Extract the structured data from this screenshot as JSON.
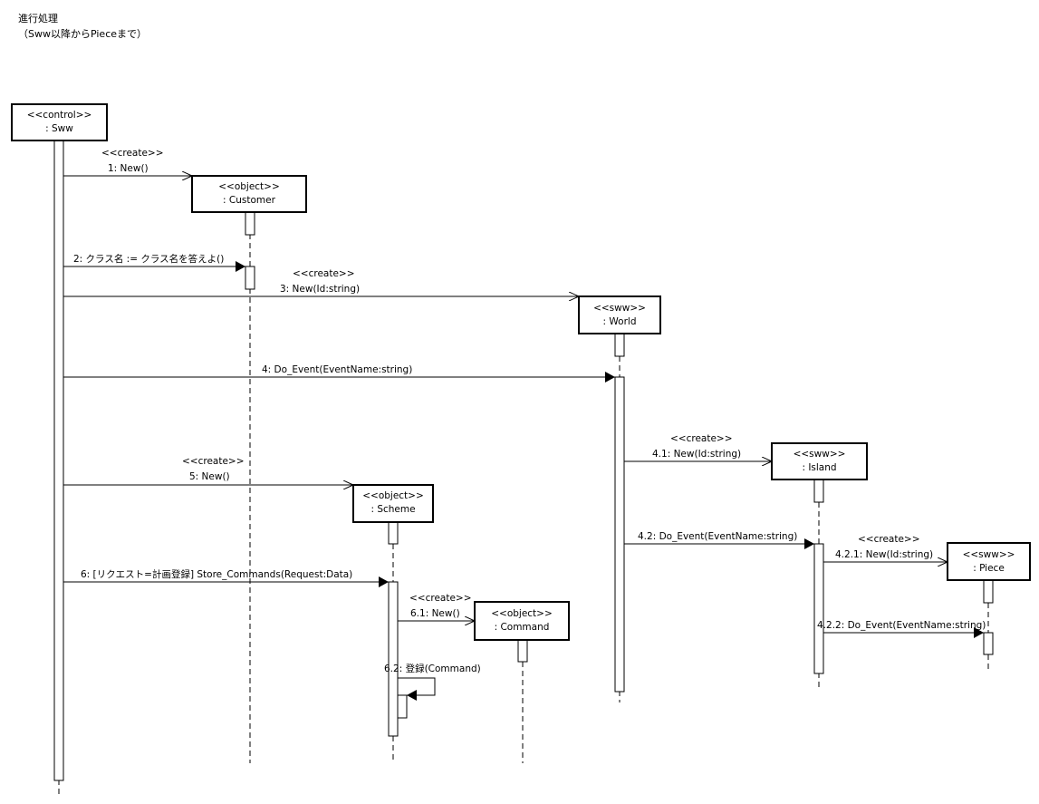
{
  "title": "進行処理",
  "subtitle": "（Sww以降からPieceまで）",
  "lifelines": {
    "sww": {
      "stereotype": "<<control>>",
      "name": ": Sww"
    },
    "customer": {
      "stereotype": "<<object>>",
      "name": ": Customer"
    },
    "world": {
      "stereotype": "<<sww>>",
      "name": ": World"
    },
    "island": {
      "stereotype": "<<sww>>",
      "name": ": Island"
    },
    "scheme": {
      "stereotype": "<<object>>",
      "name": ": Scheme"
    },
    "piece": {
      "stereotype": "<<sww>>",
      "name": ": Piece"
    },
    "command": {
      "stereotype": "<<object>>",
      "name": ": Command"
    }
  },
  "messages": {
    "m1": {
      "stereotype": "<<create>>",
      "label": "1: New()"
    },
    "m2": {
      "label": "2: クラス名 := クラス名を答えよ()"
    },
    "m3": {
      "stereotype": "<<create>>",
      "label": "3: New(Id:string)"
    },
    "m4": {
      "label": "4: Do_Event(EventName:string)"
    },
    "m41": {
      "stereotype": "<<create>>",
      "label": "4.1: New(Id:string)"
    },
    "m5": {
      "stereotype": "<<create>>",
      "label": "5: New()"
    },
    "m42": {
      "label": "4.2: Do_Event(EventName:string)"
    },
    "m421": {
      "stereotype": "<<create>>",
      "label": "4.2.1: New(Id:string)"
    },
    "m6": {
      "label": "6: [リクエスト=計画登録] Store_Commands(Request:Data)"
    },
    "m61": {
      "stereotype": "<<create>>",
      "label": "6.1: New()"
    },
    "m422": {
      "label": "4.2.2: Do_Event(EventName:string)"
    },
    "m62": {
      "label": "6.2: 登録(Command)"
    }
  }
}
